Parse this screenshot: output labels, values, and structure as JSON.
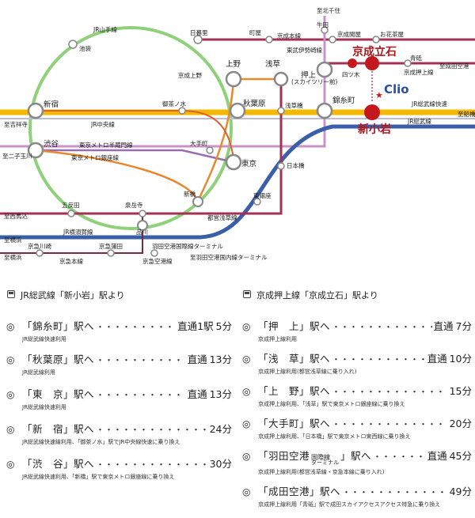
{
  "colors": {
    "yamanote": "#8fd07a",
    "sobu_rapid": "#f5b800",
    "keisei_main": "#c05c9e",
    "keisei_oshiage": "#8a2a3a",
    "metro_blue": "#3a5fa8",
    "orange": "#e8892e",
    "asakusa_line": "#c7383a",
    "station_red": "#c3191e"
  },
  "map": {
    "stations": {
      "ikebukuro": "池袋",
      "jr_yamanote": "JR山手線",
      "nippori": "日暮里",
      "machiya": "町屋",
      "keisei_main_line": "京成本線",
      "sendaiji": "至北千住",
      "ushida": "牛田",
      "keisei_sekiya": "京成関屋",
      "ohanajaya": "お花茶屋",
      "tobu_isesaki": "東武伊勢崎線",
      "aoto": "青砥",
      "to_narita": "至成田空港",
      "keisei_oshiage_line": "京成押上線",
      "ueno": "上野",
      "keisei_ueno": "京成上野",
      "asakusa": "浅草",
      "oshiage": "押上",
      "skytree": "(スカイツリー前)",
      "keisei_tateishi": "京成立石",
      "yotsugi": "四ツ木",
      "logo": "Clio",
      "shinjuku": "新宿",
      "to_mitaka": "至吉祥寺",
      "ochanomizu": "御茶ノ水",
      "akihabara": "秋葉原",
      "asakusabashi": "浅草橋",
      "kinshicho": "錦糸町",
      "jr_sobu_rapid": "JR総武線快速",
      "to_funabashi": "至船橋",
      "jr_chuo": "JR中央線",
      "jr_sobu": "JR総武線",
      "shin_koiwa": "新小岩",
      "shibuya": "渋谷",
      "hanzomon": "東京メトロ半蔵門線",
      "otemachi": "大手町",
      "to_futako": "至二子玉川",
      "ginza_line": "東京メトロ銀座線",
      "tokyo": "東京",
      "nihonbashi": "日本橋",
      "gotanda": "五反田",
      "sengakuji": "泉岳寺",
      "shinbashi": "新橋",
      "higashi_ginza": "東銀座",
      "to_nishimagome": "至西馬込",
      "toei_asakusa": "都営浅草線",
      "shinagawa": "品川",
      "to_yokohama_a": "至横浜",
      "jr_yokosuka": "JR横須賀線",
      "to_yokohama_b": "至横浜",
      "keikyu_kawasaki": "京急川崎",
      "keikyu_kamata": "京急蒲田",
      "haneda_terminal": "羽田空港国際線ターミナル",
      "keikyu_main": "京急本線",
      "keikyu_airport": "京急空港線",
      "to_haneda_dom": "至羽田空港国内線ターミナル"
    }
  },
  "left": {
    "heading": "JR総武線「新小岩」駅より",
    "routes": [
      {
        "mark": "◎",
        "station": "「錦糸町」駅へ",
        "type": "直通1駅",
        "minutes": "5分",
        "note": "JR総武線快速利用"
      },
      {
        "mark": "◎",
        "station": "「秋葉原」駅へ",
        "type": "直通",
        "minutes": "13分",
        "note": "JR総武線利用"
      },
      {
        "mark": "◎",
        "station": "「東　京」駅へ",
        "type": "直通",
        "minutes": "13分",
        "note": "JR総武線快速利用"
      },
      {
        "mark": "◎",
        "station": "「新　宿」駅へ",
        "type": "",
        "minutes": "24分",
        "note": "JR総武線快速線利用、「御茶ノ水」駅でJR中央線快速に乗り換え"
      },
      {
        "mark": "◎",
        "station": "「渋　谷」駅へ",
        "type": "",
        "minutes": "30分",
        "note": "JR総武線快速利用、「新橋」駅で東京メトロ銀座線に乗り換え"
      }
    ]
  },
  "right": {
    "heading": "京成押上線「京成立石」駅より",
    "routes": [
      {
        "mark": "◎",
        "station": "「押　上」駅へ",
        "type": "直通",
        "minutes": "7分",
        "note": "京成押上線利用",
        "sup": ""
      },
      {
        "mark": "◎",
        "station": "「浅　草」駅へ",
        "type": "直通",
        "minutes": "10分",
        "note": "京成押上線利用(都営浅草線に乗り入れ)",
        "sup": ""
      },
      {
        "mark": "◎",
        "station": "「上　野」駅へ",
        "type": "",
        "minutes": "15分",
        "note": "京成押上線利用、「浅草」駅で東京メトロ銀座線に乗り換え",
        "sup": ""
      },
      {
        "mark": "◎",
        "station": "「大手町」駅へ",
        "type": "",
        "minutes": "20分",
        "note": "京成押上線利用、「日本橋」駅で東京メトロ東西線に乗り換え",
        "sup": ""
      },
      {
        "mark": "◎",
        "station": "「羽田空港",
        "type": "直通",
        "minutes": "45分",
        "note": "京成押上線利用(都営浅草線・京急本線に乗り入れ)",
        "sup_top": "国際線",
        "sup_bottom": "ターミナル",
        "station_end": "」駅へ"
      },
      {
        "mark": "◎",
        "station": "「成田空港」駅へ",
        "type": "",
        "minutes": "49分",
        "note": "京成押上線利用「青砥」駅で成田スカイアクセスアクセス特急に乗り換え",
        "sup": ""
      }
    ]
  }
}
